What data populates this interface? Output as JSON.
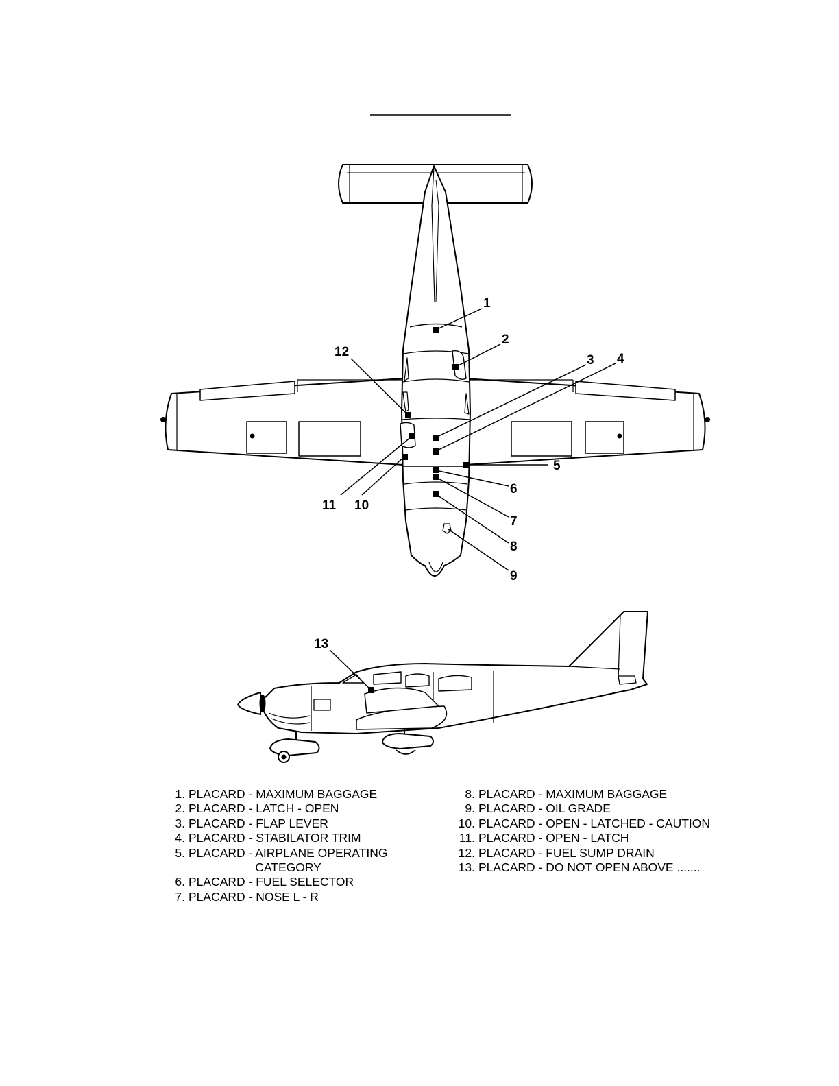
{
  "callouts": [
    "1",
    "2",
    "3",
    "4",
    "5",
    "6",
    "7",
    "8",
    "9",
    "10",
    "11",
    "12",
    "13"
  ],
  "legend": {
    "left": [
      {
        "num": "1.",
        "text": "PLACARD - MAXIMUM BAGGAGE"
      },
      {
        "num": "2.",
        "text": "PLACARD - LATCH - OPEN"
      },
      {
        "num": "3.",
        "text": "PLACARD - FLAP LEVER"
      },
      {
        "num": "4.",
        "text": "PLACARD - STABILATOR TRIM"
      },
      {
        "num": "5.",
        "text": "PLACARD - AIRPLANE OPERATING\n                    CATEGORY"
      },
      {
        "num": "6.",
        "text": "PLACARD - FUEL SELECTOR"
      },
      {
        "num": "7.",
        "text": "PLACARD - NOSE L - R"
      }
    ],
    "right": [
      {
        "num": "8.",
        "text": "PLACARD - MAXIMUM BAGGAGE"
      },
      {
        "num": "9.",
        "text": "PLACARD - OIL GRADE"
      },
      {
        "num": "10.",
        "text": "PLACARD - OPEN - LATCHED - CAUTION"
      },
      {
        "num": "11.",
        "text": "PLACARD - OPEN - LATCH"
      },
      {
        "num": "12.",
        "text": "PLACARD - FUEL SUMP DRAIN"
      },
      {
        "num": "13.",
        "text": "PLACARD - DO NOT OPEN ABOVE ......."
      }
    ]
  }
}
